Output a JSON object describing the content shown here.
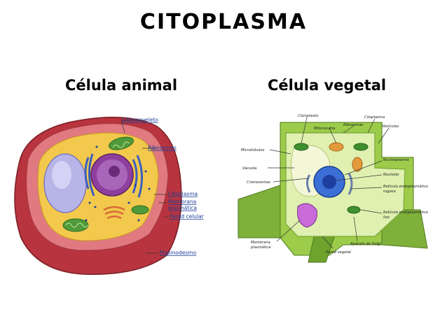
{
  "title": "CITOPLASMA",
  "animal": {
    "heading": "Célula animal",
    "labels": [
      "Citoesqueleto",
      "Ribosomas",
      "Citoplasma",
      "Membrana",
      "plasmática",
      "Pared celular",
      "Plasmodesmo"
    ]
  },
  "vegetal": {
    "heading": "Célula vegetal",
    "labels": [
      "Cloroplasto",
      "Mitocondria",
      "Ribosomas",
      "Citoplasma",
      "Vesículas",
      "Microtúbulos",
      "Vacuola",
      "Cromosomas",
      "Nucleoplasma",
      "Nucleolo",
      "Retículo endoplasmático",
      "rugoso",
      "Retículo endoplasmático",
      "liso",
      "Membrana",
      "plasmática",
      "Pared vegetal",
      "Aparato de Golgi"
    ]
  },
  "colors": {
    "animal_wall": "#c9454f",
    "animal_cytoplasm": "#f2c94c",
    "vacuole": "#b7b4e8",
    "nucleus": "#9b4fa8",
    "plant_wall": "#8fbf3a",
    "plant_nucleus": "#3b6fd6"
  }
}
